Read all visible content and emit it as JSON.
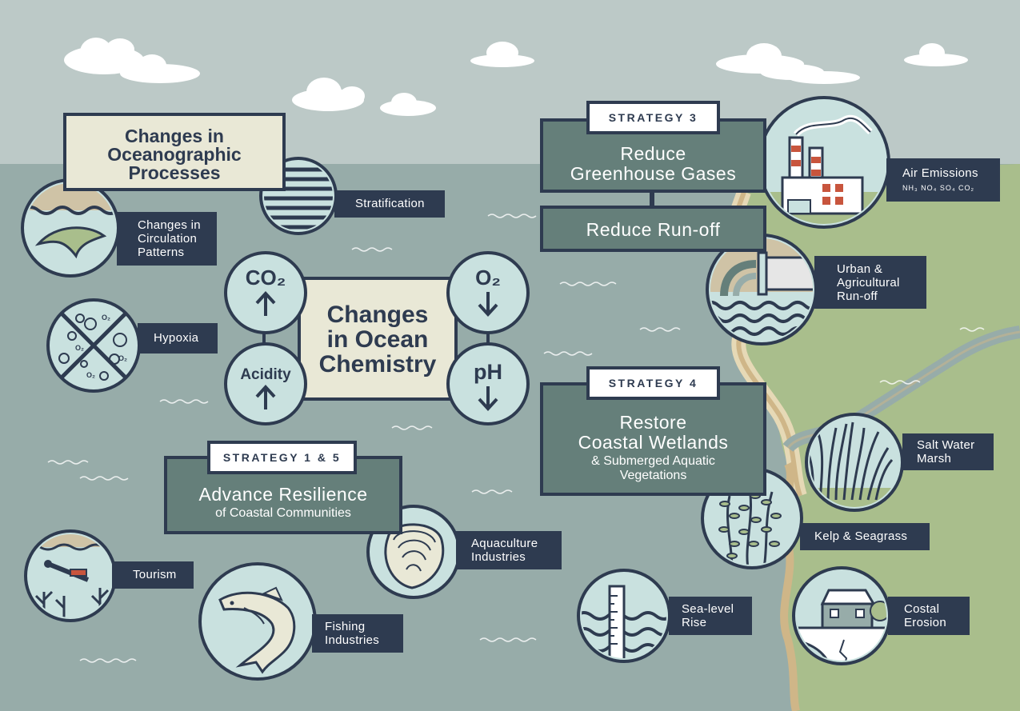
{
  "central": {
    "title": "Changes\nin Ocean\nChemistry"
  },
  "oceanographic": {
    "title": "Changes in\nOceanographic\nProcesses"
  },
  "chemistry_circles": [
    {
      "label": "CO₂",
      "direction": "up"
    },
    {
      "label": "O₂",
      "direction": "down"
    },
    {
      "label": "Acidity",
      "direction": "up"
    },
    {
      "label": "pH",
      "direction": "down"
    }
  ],
  "strategies": {
    "s3": {
      "tag": "STRATEGY 3",
      "title": "Reduce\nGreenhouse Gases",
      "second": "Reduce Run-off"
    },
    "s4": {
      "tag": "STRATEGY 4",
      "title": "Restore\nCoastal Wetlands",
      "subtitle": "& Submerged Aquatic\nVegetations"
    },
    "s15": {
      "tag": "STRATEGY 1 & 5",
      "title": "Advance Resilience",
      "subtitle": "of Coastal Communities"
    }
  },
  "labels": {
    "stratification": "Stratification",
    "circulation": "Changes in\nCirculation\nPatterns",
    "hypoxia": "Hypoxia",
    "air_emissions": "Air Emissions",
    "air_emissions_sub": "NH₃ NO₄ SO₄ CO₂",
    "urban_runoff": "Urban &\nAgricultural\nRun-off",
    "salt_marsh": "Salt Water\nMarsh",
    "kelp": "Kelp & Seagrass",
    "sea_level": "Sea-level\nRise",
    "erosion": "Costal\nErosion",
    "aquaculture": "Aquaculture\nIndustries",
    "tourism": "Tourism",
    "fishing": "Fishing\nIndustries",
    "o2": "O₂"
  },
  "colors": {
    "sky": "#bcc9c7",
    "ocean": "#97aca9",
    "land": "#a9be8c",
    "navy": "#2e3b50",
    "strategy": "#657f7a",
    "cream": "#e9e8d6",
    "light": "#c9e1df",
    "sand": "#cfb688",
    "brick": "#c8553d"
  },
  "icons": [
    "factory-icon",
    "pipe-icon",
    "marsh-icon",
    "kelp-icon",
    "ruler-icon",
    "house-icon",
    "oyster-icon",
    "diver-icon",
    "fish-icon",
    "bubbles-icon",
    "stripes-icon",
    "current-icon",
    "arrow-up-icon",
    "arrow-down-icon",
    "cloud-icon"
  ]
}
